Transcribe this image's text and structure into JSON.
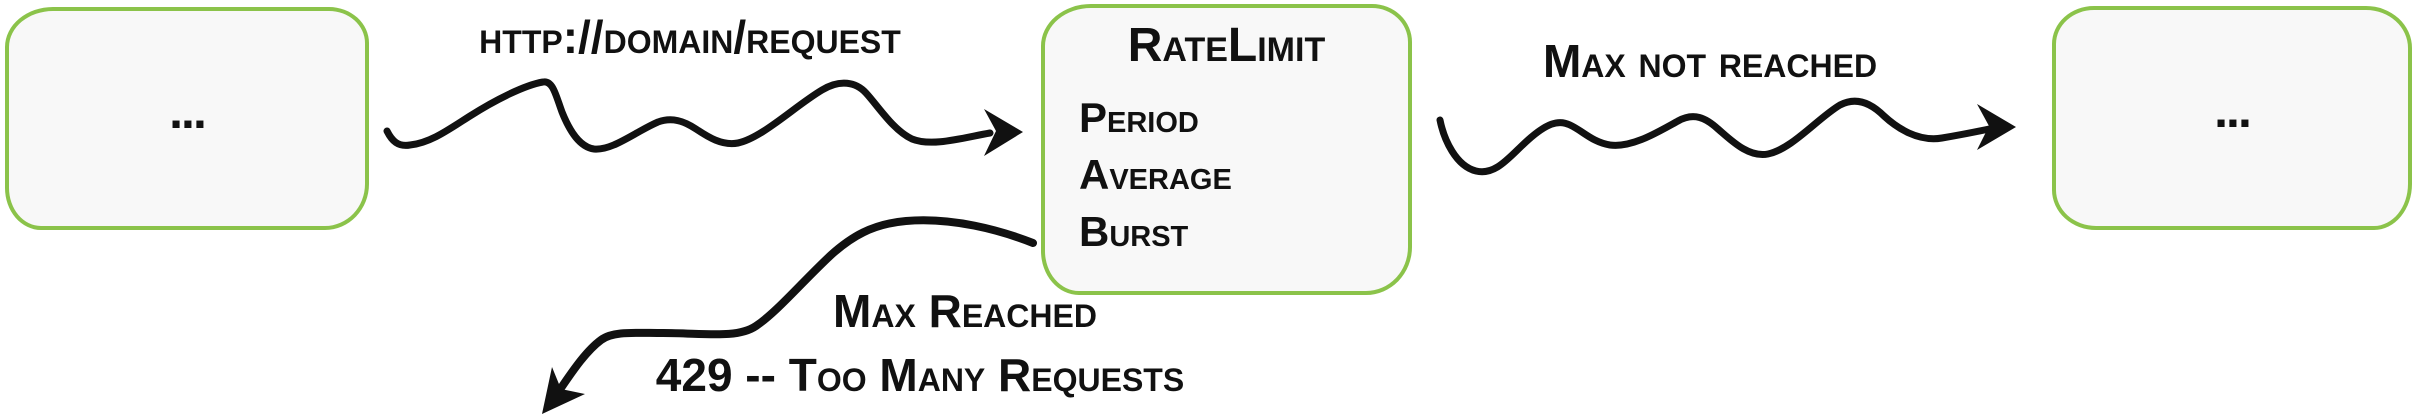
{
  "diagram": {
    "background_color": "#ffffff",
    "stroke_color": "#111111",
    "box_border_color": "#8bc34a",
    "box_fill_color": "#f8f8f8",
    "boxes": {
      "left": {
        "label": "..."
      },
      "ratelimit": {
        "title": "RateLimit",
        "fields": [
          "Period",
          "Average",
          "Burst"
        ]
      },
      "right": {
        "label": "..."
      }
    },
    "edges": {
      "request": {
        "label": "http://domain/request"
      },
      "max_not_reached": {
        "label": "Max not reached"
      },
      "max_reached": {
        "label": "Max Reached",
        "status": "429 -- Too Many Requests"
      }
    }
  }
}
